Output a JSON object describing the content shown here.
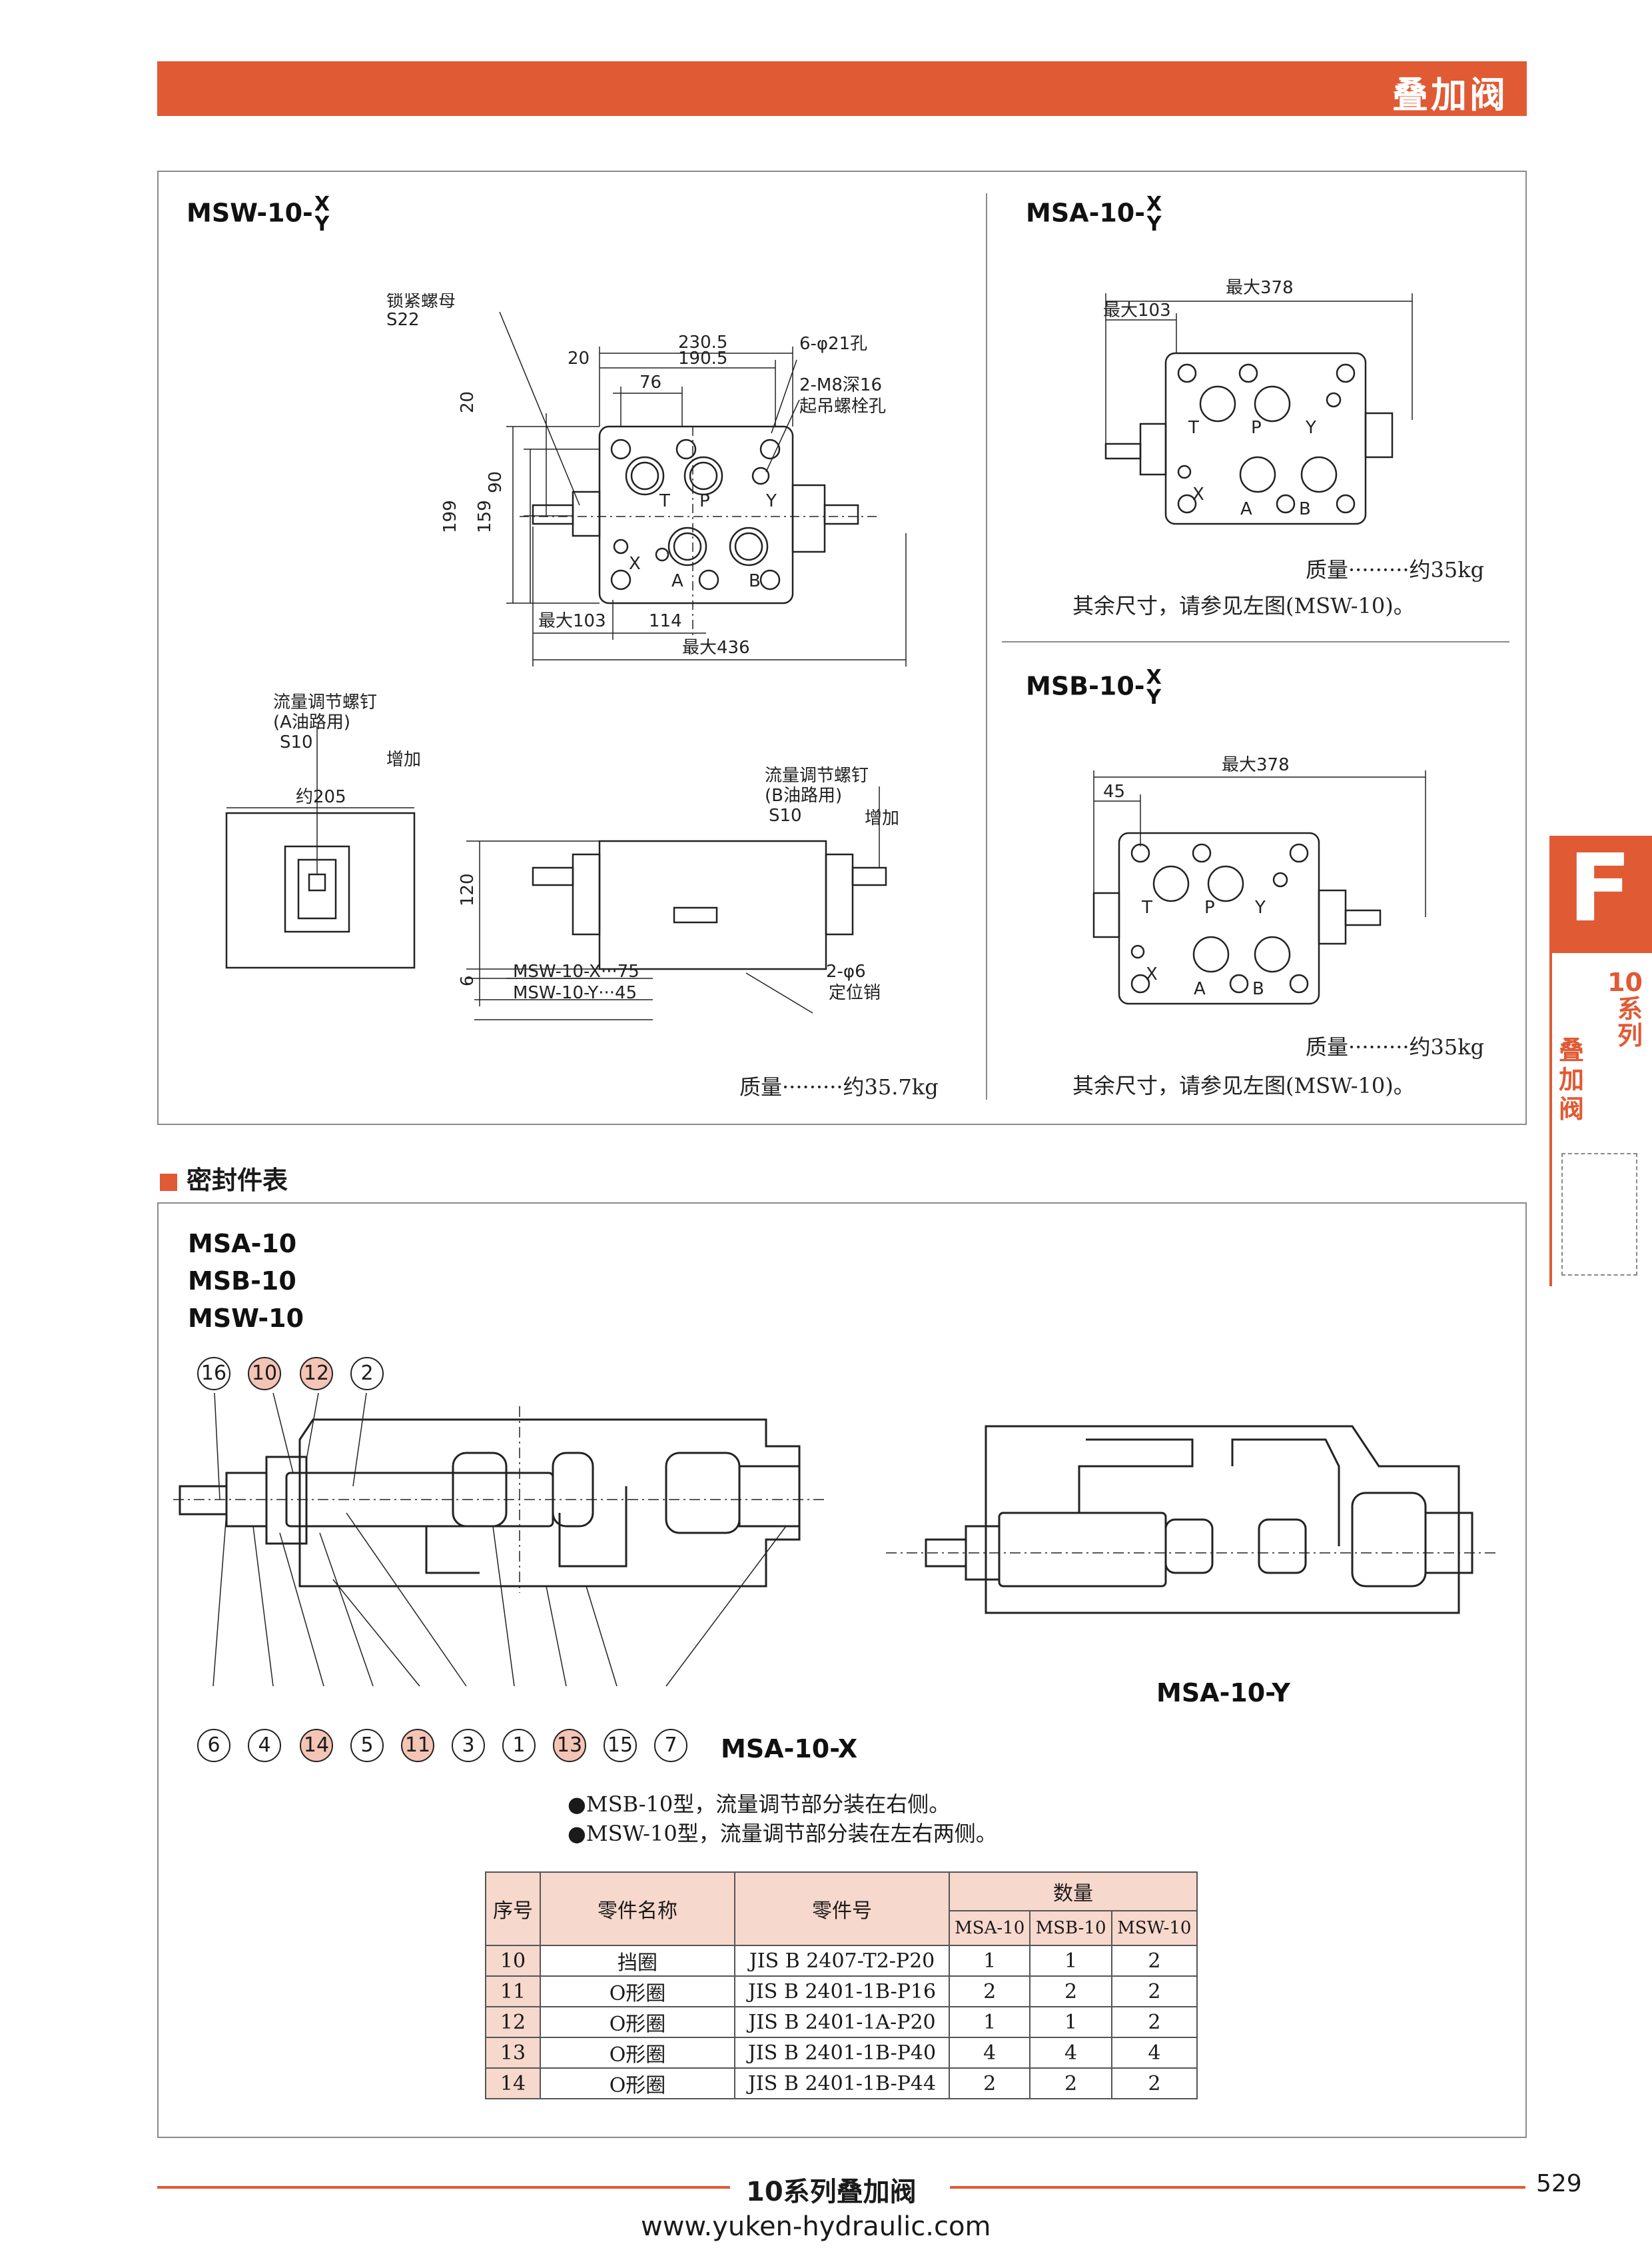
{
  "banner": {
    "title": "叠加阀"
  },
  "msw": {
    "title": "MSW-10-",
    "x": "X",
    "y": "Y",
    "labels": {
      "lock_nut": "锁紧螺母",
      "s22": "S22",
      "d2305": "230.5",
      "d1905": "190.5",
      "d20a": "20",
      "d76": "76",
      "holes": "6-φ21孔",
      "m8": "2-M8深16",
      "lift": "起吊螺栓孔",
      "d20b": "20",
      "d90": "90",
      "d199": "199",
      "d159": "159",
      "max103": "最大103",
      "d114": "114",
      "max436": "最大436",
      "T": "T",
      "P": "P",
      "Y": "Y",
      "X": "X",
      "A": "A",
      "B": "B"
    },
    "side": {
      "flow_a": "流量调节螺钉",
      "flow_a2": "(A油路用)",
      "s10a": "S10",
      "inc_a": "增加",
      "approx205": "约205",
      "flow_b": "流量调节螺钉",
      "flow_b2": "(B油路用)",
      "s10b": "S10",
      "inc_b": "增加",
      "d120": "120",
      "d6": "6",
      "mswx": "MSW-10-X···75",
      "mswy": "MSW-10-Y···45",
      "pin": "2-φ6",
      "pin2": "定位销"
    },
    "mass": "质量·········约35.7kg"
  },
  "msa": {
    "title": "MSA-10-",
    "x": "X",
    "y": "Y",
    "max378": "最大378",
    "max103": "最大103",
    "T": "T",
    "P": "P",
    "Y": "Y",
    "X": "X",
    "A": "A",
    "B": "B",
    "mass": "质量·········约35kg",
    "note": "其余尺寸，请参见左图(MSW-10)。"
  },
  "msb": {
    "title": "MSB-10-",
    "x": "X",
    "y": "Y",
    "max378": "最大378",
    "d45": "45",
    "T": "T",
    "P": "P",
    "Y": "Y",
    "X": "X",
    "A": "A",
    "B": "B",
    "mass": "质量·········约35kg",
    "note": "其余尺寸，请参见左图(MSW-10)。"
  },
  "seal": {
    "heading": "密封件表",
    "models": [
      "MSA-10",
      "MSB-10",
      "MSW-10"
    ],
    "top_numbers": [
      "16",
      "10",
      "12",
      "2"
    ],
    "bottom_numbers": [
      "6",
      "4",
      "14",
      "5",
      "11",
      "3",
      "1",
      "13",
      "15",
      "7"
    ],
    "label_x": "MSA-10-X",
    "label_y": "MSA-10-Y",
    "note1": "●MSB-10型，流量调节部分装在右侧。",
    "note2": "●MSW-10型，流量调节部分装在左右两侧。"
  },
  "table": {
    "h_no": "序号",
    "h_name": "零件名称",
    "h_part": "零件号",
    "h_qty": "数量",
    "sub": [
      "MSA-10",
      "MSB-10",
      "MSW-10"
    ],
    "rows": [
      [
        "10",
        "挡圈",
        "JIS B 2407-T2-P20",
        "1",
        "1",
        "2"
      ],
      [
        "11",
        "O形圈",
        "JIS B 2401-1B-P16",
        "2",
        "2",
        "2"
      ],
      [
        "12",
        "O形圈",
        "JIS B 2401-1A-P20",
        "1",
        "1",
        "2"
      ],
      [
        "13",
        "O形圈",
        "JIS B 2401-1B-P40",
        "4",
        "4",
        "4"
      ],
      [
        "14",
        "O形圈",
        "JIS B 2401-1B-P44",
        "2",
        "2",
        "2"
      ]
    ]
  },
  "side_tab": {
    "letter": "F",
    "s1": "10",
    "s1b": "系",
    "s1c": "列",
    "s2": "叠加阀"
  },
  "footer": {
    "title": "10系列叠加阀",
    "page": "529",
    "url": "www.yuken-hydraulic.com"
  },
  "colors": {
    "accent": "#e05a34",
    "table_header": "#f7d8cc",
    "highlight": "#f4c4b4"
  }
}
